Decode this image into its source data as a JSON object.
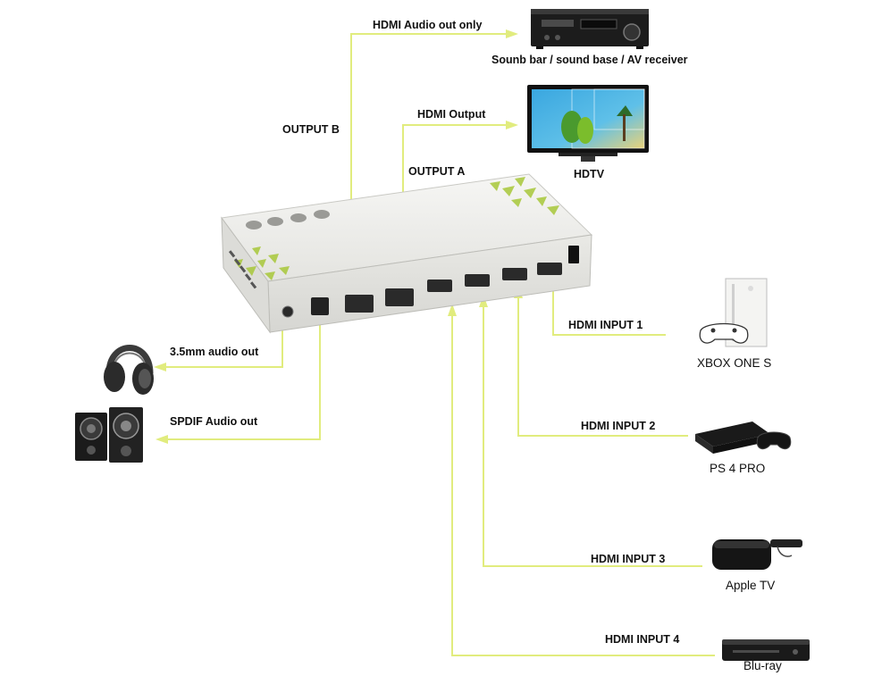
{
  "labels": {
    "hdmi_audio_out_only": "HDMI Audio out only",
    "soundbar": "Sounb bar / sound base / AV receiver",
    "output_b": "OUTPUT B",
    "hdmi_output": "HDMI Output",
    "hdtv": "HDTV",
    "output_a": "OUTPUT A",
    "audio_35mm": "3.5mm audio out",
    "spdif_out": "SPDIF Audio out",
    "hdmi_input_1": "HDMI INPUT 1",
    "xbox": "XBOX ONE S",
    "hdmi_input_2": "HDMI INPUT 2",
    "ps4": "PS 4 PRO",
    "hdmi_input_3": "HDMI INPUT 3",
    "apple_tv": "Apple TV",
    "hdmi_input_4": "HDMI INPUT 4",
    "bluray": "Blu-ray"
  },
  "colors": {
    "connector_line": "#e1ec7e",
    "device_body": "#f0f0ee",
    "device_accent": "#a8c83a"
  },
  "icons": [
    "av-receiver-icon",
    "tv-icon",
    "headphones-icon",
    "speakers-icon",
    "xbox-icon",
    "ps4-icon",
    "apple-tv-icon",
    "bluray-player-icon",
    "hdmi-switch-device"
  ]
}
